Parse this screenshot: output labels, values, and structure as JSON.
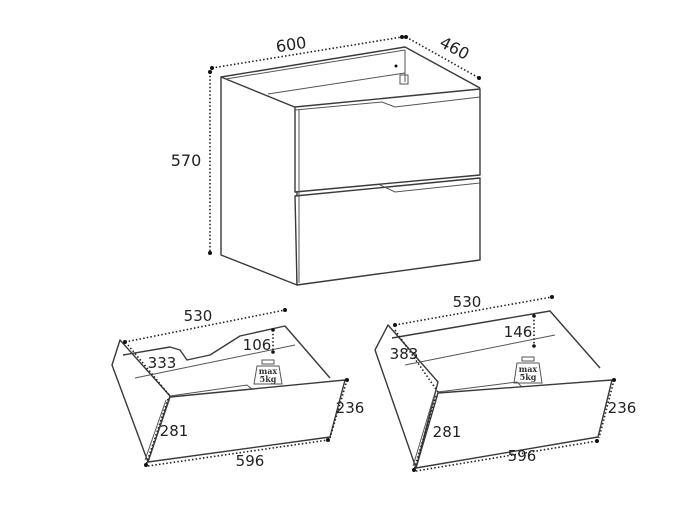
{
  "cabinet": {
    "width": "600",
    "depth": "460",
    "height": "570"
  },
  "drawer_top": {
    "inner_width": "530",
    "inner_depth": "333",
    "cutout_depth": "106",
    "side_height": "281",
    "front_width": "596",
    "front_height": "236",
    "load_max": "max",
    "load_value": "5kg"
  },
  "drawer_bottom": {
    "inner_width": "530",
    "inner_depth": "383",
    "cutout_depth": "146",
    "side_height": "281",
    "front_width": "596",
    "front_height": "236",
    "load_max": "max",
    "load_value": "5kg"
  }
}
